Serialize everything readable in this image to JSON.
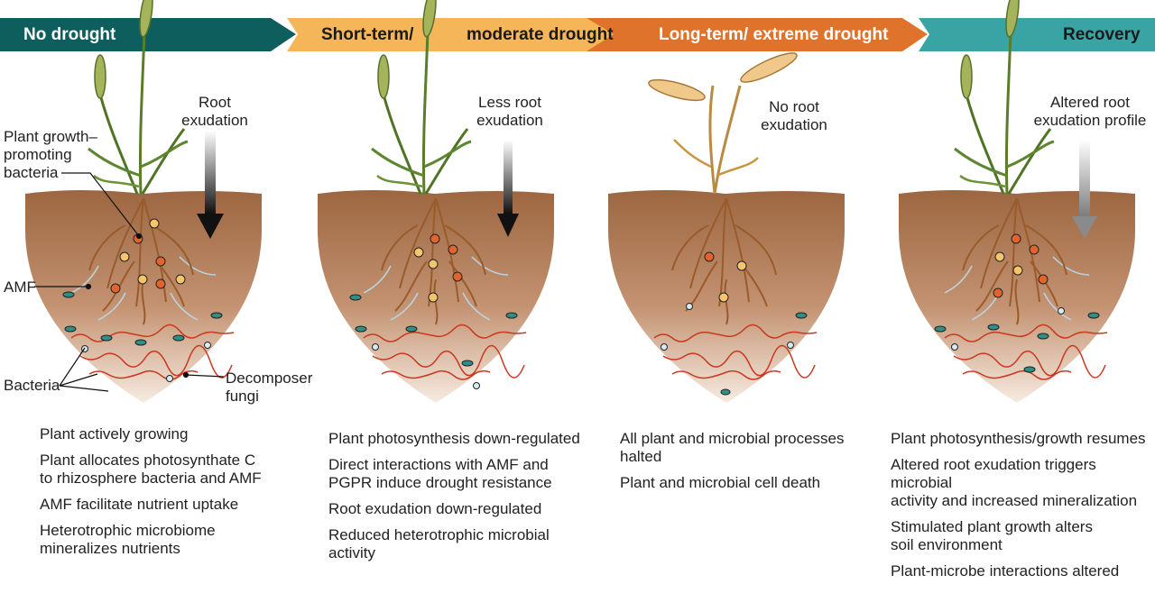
{
  "stages": [
    {
      "title": "No drought",
      "arrow_label": "Root\nexudation",
      "points": [
        "Plant actively growing",
        "Plant allocates photosynthate C\nto rhizosphere bacteria and AMF",
        "AMF facilitate nutrient uptake",
        "Heterotrophic microbiome\nmineralizes nutrients"
      ]
    },
    {
      "title_part1": "Short-term/",
      "title_part2": "moderate drought",
      "arrow_label": "Less root\nexudation",
      "points": [
        "Plant photosynthesis down-regulated",
        "Direct interactions with AMF and\nPGPR induce drought resistance",
        "Root exudation down-regulated",
        "Reduced heterotrophic microbial\nactivity"
      ]
    },
    {
      "title": "Long-term/ extreme drought",
      "arrow_label": "No root\nexudation",
      "points": [
        "All plant and microbial processes\nhalted",
        "Plant and microbial cell death"
      ]
    },
    {
      "title": "Recovery",
      "arrow_label": "Altered root\nexudation profile",
      "points": [
        "Plant photosynthesis/growth resumes",
        "Altered root exudation triggers microbial\nactivity and increased mineralization",
        "Stimulated plant growth alters\nsoil environment",
        "Plant-microbe interactions altered"
      ]
    }
  ],
  "annotations": {
    "pgpb": "Plant growth–\npromoting\nbacteria",
    "amf": "AMF",
    "bacteria": "Bacteria",
    "decomposer": "Decomposer\nfungi"
  },
  "colors": {
    "teal_dark": "#0f5e5e",
    "teal": "#2e9a9a",
    "orange": "#e8782a",
    "orange_light": "#f6c26a",
    "soil_top": "#a06a44",
    "soil_bottom": "#f3e5d8",
    "bacteria_orange": "#e2642c",
    "bacteria_yellow": "#f5c46b",
    "bacteria_teal": "#2f8f86",
    "hyphae_red": "#c8391f"
  },
  "icons": [
    "wheat-plant-icon",
    "exudation-arrow-icon",
    "soil-profile-icon"
  ]
}
